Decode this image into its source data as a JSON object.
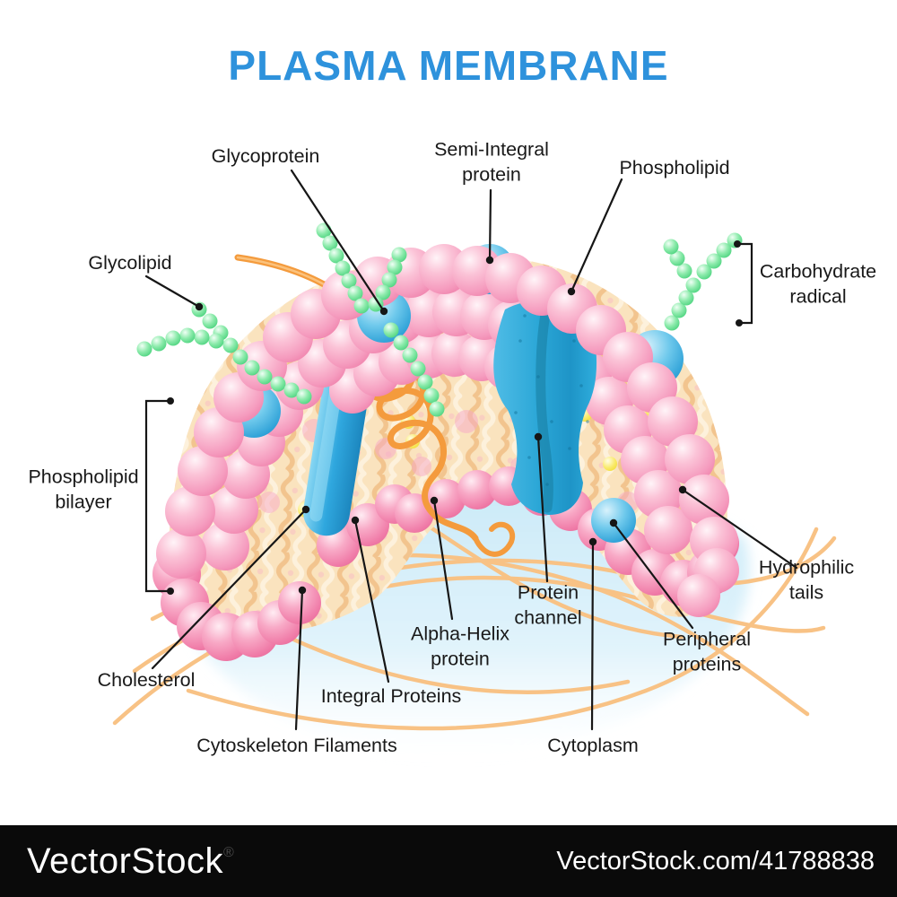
{
  "title": "PLASMA MEMBRANE",
  "labels": {
    "glycoprotein": "Glycoprotein",
    "semi_integral_protein": "Semi-Integral\nprotein",
    "phospholipid": "Phospholipid",
    "glycolipid": "Glycolipid",
    "carbohydrate_radical": "Carbohydrate\nradical",
    "phospholipid_bilayer": "Phospholipid\nbilayer",
    "hydrophilic_tails": "Hydrophilic tails",
    "cholesterol": "Cholesterol",
    "alpha_helix_protein": "Alpha-Helix\nprotein",
    "protein_channel": "Protein\nchannel",
    "integral_proteins": "Integral Proteins",
    "peripheral_proteins": "Peripheral\nproteins",
    "cytoskeleton_filaments": "Cytoskeleton Filaments",
    "cytoplasm": "Cytoplasm"
  },
  "watermark": {
    "brand": "VectorStock",
    "registered": "®",
    "site_ref": "VectorStock.com/41788838"
  },
  "colors": {
    "title_blue": "#2E92DC",
    "label_text": "#191919",
    "membrane_pink": "#F48FB4",
    "tails_cream": "#F9DFB6",
    "protein_blue": "#2B9FD6",
    "carbohydrate_green": "#52D983",
    "filament_orange": "#F49B3D",
    "cholesterol_yellow": "#F2DC2E",
    "cytoplasm_blue": "#CDEBF8",
    "watermark_bg": "#0A0A0A",
    "watermark_text": "#FFFFFF"
  }
}
